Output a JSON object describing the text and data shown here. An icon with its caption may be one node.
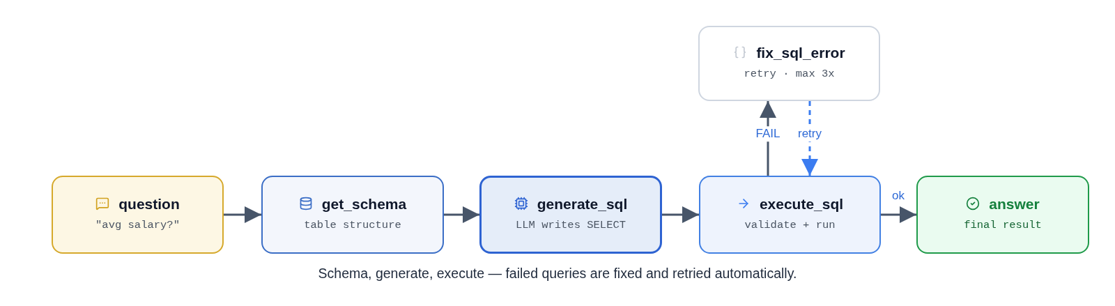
{
  "diagram": {
    "caption": "Schema, generate, execute — failed queries are fixed and retried automatically.",
    "nodes": [
      {
        "text": [
          "question",
          "\"avg salary?\""
        ]
      },
      {
        "text": [
          "get_schema",
          "table structure"
        ]
      },
      {
        "text": [
          "generate_sql",
          "LLM writes SELECT"
        ]
      },
      {
        "text": [
          "execute_sql",
          "validate + run"
        ]
      },
      {
        "text": [
          "fix_sql_error",
          "retry · max 3x"
        ]
      },
      {
        "text": [
          "answer",
          "final result"
        ]
      }
    ],
    "edges": [
      {
        "from": 0,
        "to": 1,
        "arrow": "to"
      },
      {
        "from": 1,
        "to": 2,
        "arrow": "to"
      },
      {
        "from": 2,
        "to": 3,
        "arrow": "to"
      },
      {
        "from": 3,
        "to": 4,
        "arrow": "to",
        "label": "FAIL"
      },
      {
        "from": 4,
        "to": 3,
        "arrow": "to",
        "label": "retry",
        "style": "dashed",
        "color": "#3b7cf0"
      },
      {
        "from": 3,
        "to": 5,
        "arrow": "to",
        "label": "ok"
      }
    ]
  }
}
